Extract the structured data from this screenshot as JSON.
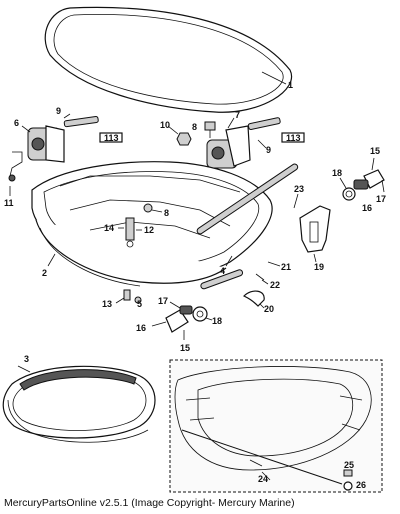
{
  "caption": "MercuryPartsOnline v2.5.1 (Image Copyright- Mercury Marine)",
  "callouts": [
    "1",
    "2",
    "3",
    "4",
    "5",
    "6",
    "7",
    "8",
    "9",
    "10",
    "11",
    "12",
    "13",
    "14",
    "15",
    "16",
    "17",
    "18",
    "19",
    "20",
    "21",
    "22",
    "23",
    "24",
    "25",
    "26",
    "8",
    "9",
    "15",
    "16",
    "17",
    "18"
  ],
  "labels": {
    "tube_left": "113",
    "tube_right": "113"
  }
}
